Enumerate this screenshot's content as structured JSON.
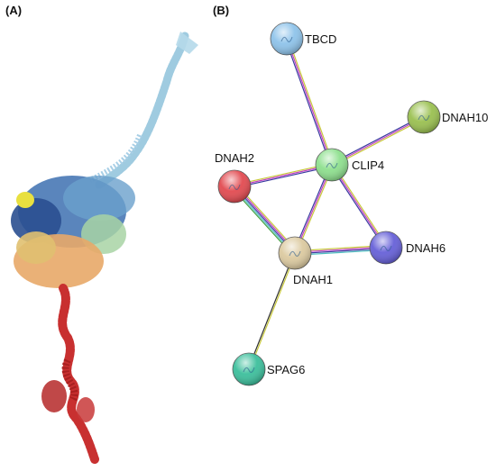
{
  "panels": {
    "a_label": "(A)",
    "b_label": "(B)"
  },
  "network": {
    "nodes": [
      {
        "id": "TBCD",
        "label": "TBCD",
        "color": "#8ec3ea"
      },
      {
        "id": "DNAH10",
        "label": "DNAH10",
        "color": "#9ac050"
      },
      {
        "id": "DNAH2",
        "label": "DNAH2",
        "color": "#e24a50"
      },
      {
        "id": "CLIP4",
        "label": "CLIP4",
        "color": "#8ee08e"
      },
      {
        "id": "DNAH6",
        "label": "DNAH6",
        "color": "#6660d8"
      },
      {
        "id": "DNAH1",
        "label": "DNAH1",
        "color": "#dccaa0"
      },
      {
        "id": "SPAG6",
        "label": "SPAG6",
        "color": "#3cbf9c"
      }
    ],
    "edges": [
      {
        "source": "TBCD",
        "target": "CLIP4",
        "colors": [
          "#c8c83a",
          "#c040c0",
          "#3a3aa0"
        ]
      },
      {
        "source": "DNAH10",
        "target": "CLIP4",
        "colors": [
          "#c8c83a",
          "#c040c0",
          "#3a3aa0"
        ]
      },
      {
        "source": "DNAH2",
        "target": "CLIP4",
        "colors": [
          "#c8c83a",
          "#c040c0",
          "#3a3aa0"
        ]
      },
      {
        "source": "CLIP4",
        "target": "DNAH6",
        "colors": [
          "#c8c83a",
          "#c040c0",
          "#3a3aa0"
        ]
      },
      {
        "source": "CLIP4",
        "target": "DNAH1",
        "colors": [
          "#c8c83a",
          "#c040c0",
          "#3a3aa0"
        ]
      },
      {
        "source": "DNAH2",
        "target": "DNAH1",
        "colors": [
          "#c8c83a",
          "#c040c0",
          "#3a3aa0",
          "#50c0c0",
          "#40a040"
        ]
      },
      {
        "source": "DNAH1",
        "target": "DNAH6",
        "colors": [
          "#c8c83a",
          "#c040c0",
          "#3a3aa0",
          "#50c0c0"
        ]
      },
      {
        "source": "DNAH1",
        "target": "SPAG6",
        "colors": [
          "#c8c83a",
          "#303030"
        ]
      }
    ]
  }
}
